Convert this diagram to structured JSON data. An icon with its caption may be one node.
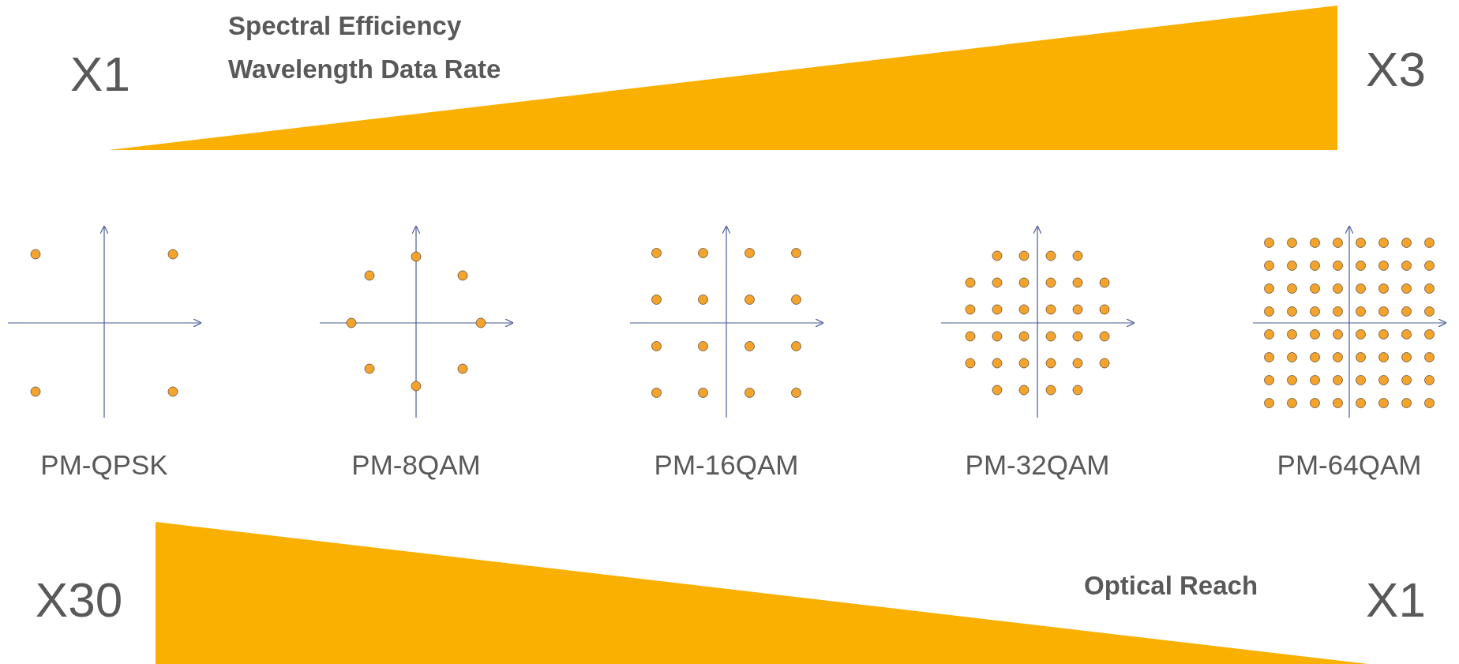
{
  "diagram": {
    "nodes": [
      {
        "text": [
          "Spectral Efficiency",
          "Wavelength Data Rate"
        ],
        "beside": [
          "X1",
          "X3"
        ]
      },
      {
        "text": [
          "PM-QPSK"
        ]
      },
      {
        "text": [
          "PM-8QAM"
        ]
      },
      {
        "text": [
          "PM-16QAM"
        ]
      },
      {
        "text": [
          "PM-32QAM"
        ]
      },
      {
        "text": [
          "PM-64QAM"
        ]
      },
      {
        "text": [
          "Optical Reach"
        ],
        "beside": [
          "X30",
          "X1"
        ]
      }
    ],
    "edges": []
  }
}
